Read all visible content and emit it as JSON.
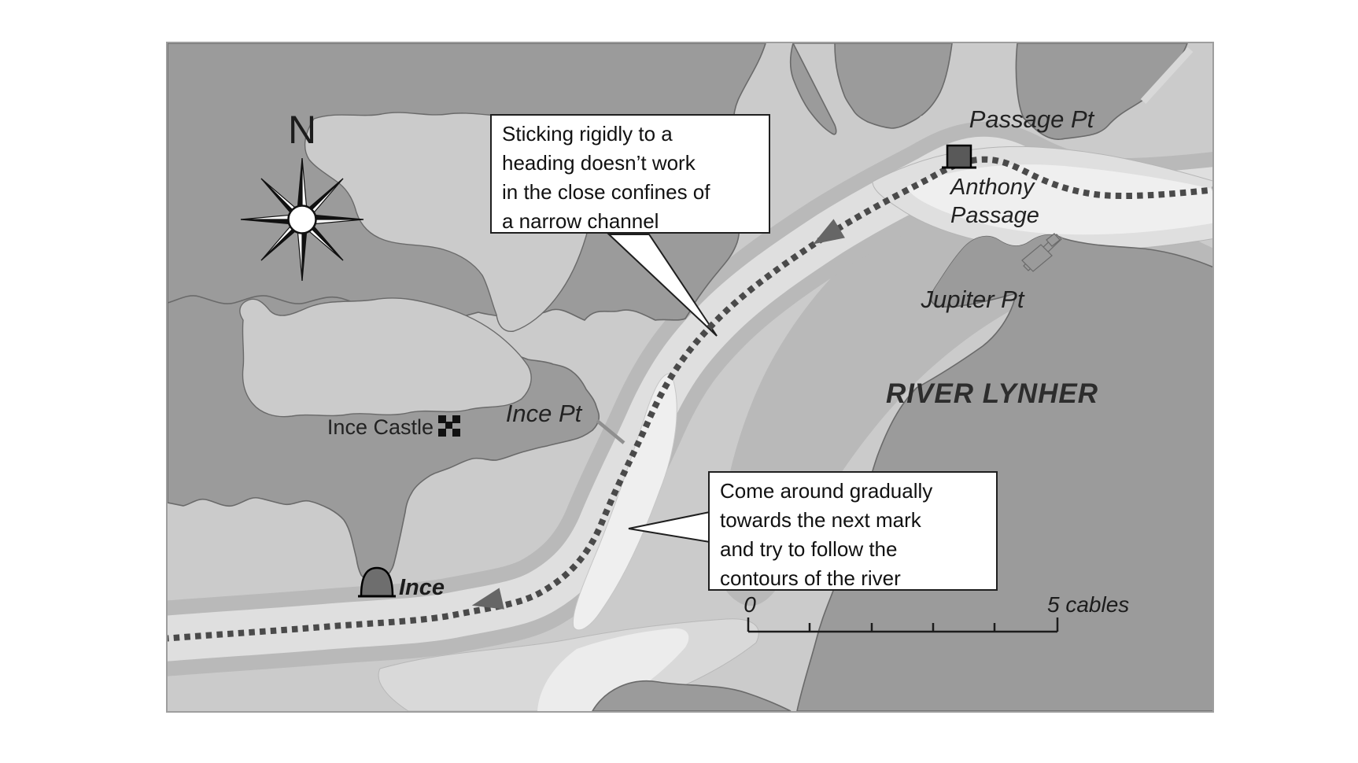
{
  "map": {
    "compass": {
      "label": "N"
    },
    "labels": {
      "passage_pt": "Passage Pt",
      "anthony_passage": [
        "Anthony",
        "Passage"
      ],
      "jupiter_pt": "Jupiter Pt",
      "river_lynher": "RIVER LYNHER",
      "ince_pt": "Ince Pt",
      "ince_castle": "Ince Castle",
      "ince": "Ince"
    },
    "callouts": [
      {
        "lines": [
          "Sticking rigidly to a",
          "heading doesn’t work",
          "in the close confines of",
          "a narrow channel"
        ]
      },
      {
        "lines": [
          "Come around gradually",
          "towards the next mark",
          "and try to follow the",
          "contours of the river"
        ]
      }
    ],
    "scale_bar": {
      "start_label": "0",
      "end_label": "5 cables",
      "divisions": 5
    },
    "route": {
      "style": "dotted track",
      "arrow_count": 2,
      "marks": [
        "square beacon at Anthony Passage",
        "dome mark at Ince",
        "castle symbol at Ince Castle"
      ]
    },
    "colors": {
      "land": "#9b9b9b",
      "tidal_flats": "#cbcbcb",
      "shallow_band": "#b9b9b9",
      "channel": "#dfdfdf",
      "deep_channel": "#efefef",
      "route_dots": "#4a4a4a"
    }
  }
}
